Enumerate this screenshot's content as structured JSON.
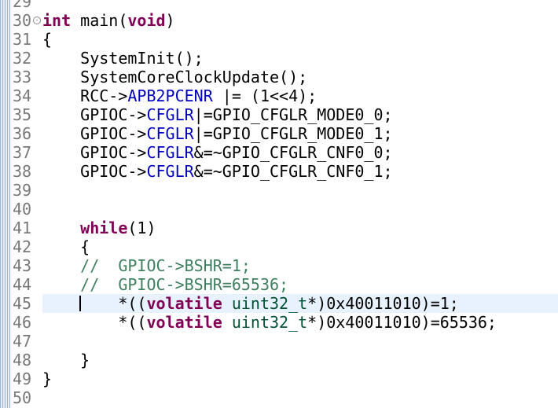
{
  "editor": {
    "fold_marker": "-",
    "lines": [
      {
        "num": "29",
        "segs": []
      },
      {
        "num": "30",
        "fold": true,
        "segs": [
          {
            "cls": "kw",
            "t": "int"
          },
          {
            "cls": "",
            "t": " main("
          },
          {
            "cls": "kw",
            "t": "void"
          },
          {
            "cls": "",
            "t": ")"
          }
        ]
      },
      {
        "num": "31",
        "segs": [
          {
            "cls": "",
            "t": "{"
          }
        ]
      },
      {
        "num": "32",
        "segs": [
          {
            "cls": "",
            "t": "    SystemInit();"
          }
        ]
      },
      {
        "num": "33",
        "segs": [
          {
            "cls": "",
            "t": "    SystemCoreClockUpdate();"
          }
        ]
      },
      {
        "num": "34",
        "segs": [
          {
            "cls": "",
            "t": "    RCC->"
          },
          {
            "cls": "fld",
            "t": "APB2PCENR"
          },
          {
            "cls": "",
            "t": " |= (1<<4);"
          }
        ]
      },
      {
        "num": "35",
        "segs": [
          {
            "cls": "",
            "t": "    GPIOC->"
          },
          {
            "cls": "fld",
            "t": "CFGLR"
          },
          {
            "cls": "",
            "t": "|=GPIO_CFGLR_MODE0_0;"
          }
        ]
      },
      {
        "num": "36",
        "segs": [
          {
            "cls": "",
            "t": "    GPIOC->"
          },
          {
            "cls": "fld",
            "t": "CFGLR"
          },
          {
            "cls": "",
            "t": "|=GPIO_CFGLR_MODE0_1;"
          }
        ]
      },
      {
        "num": "37",
        "segs": [
          {
            "cls": "",
            "t": "    GPIOC->"
          },
          {
            "cls": "fld",
            "t": "CFGLR"
          },
          {
            "cls": "",
            "t": "&=~GPIO_CFGLR_CNF0_0;"
          }
        ]
      },
      {
        "num": "38",
        "segs": [
          {
            "cls": "",
            "t": "    GPIOC->"
          },
          {
            "cls": "fld",
            "t": "CFGLR"
          },
          {
            "cls": "",
            "t": "&=~GPIO_CFGLR_CNF0_1;"
          }
        ]
      },
      {
        "num": "39",
        "segs": []
      },
      {
        "num": "40",
        "segs": []
      },
      {
        "num": "41",
        "segs": [
          {
            "cls": "",
            "t": "    "
          },
          {
            "cls": "kw",
            "t": "while"
          },
          {
            "cls": "",
            "t": "(1)"
          }
        ]
      },
      {
        "num": "42",
        "segs": [
          {
            "cls": "",
            "t": "    {"
          }
        ]
      },
      {
        "num": "43",
        "segs": [
          {
            "cls": "cmt",
            "t": "    //  GPIOC->BSHR=1;"
          }
        ]
      },
      {
        "num": "44",
        "segs": [
          {
            "cls": "cmt",
            "t": "    //  GPIOC->BSHR=65536;"
          }
        ]
      },
      {
        "num": "45",
        "current": true,
        "caret": true,
        "segs": [
          {
            "cls": "",
            "t": "        *(("
          },
          {
            "cls": "kw",
            "t": "volatile"
          },
          {
            "cls": "",
            "t": " "
          },
          {
            "cls": "ty",
            "t": "uint32_t"
          },
          {
            "cls": "",
            "t": "*)0x40011010)=1;"
          }
        ]
      },
      {
        "num": "46",
        "segs": [
          {
            "cls": "",
            "t": "        *(("
          },
          {
            "cls": "kw",
            "t": "volatile"
          },
          {
            "cls": "",
            "t": " "
          },
          {
            "cls": "ty",
            "t": "uint32_t"
          },
          {
            "cls": "",
            "t": "*)0x40011010)=65536;"
          }
        ]
      },
      {
        "num": "47",
        "segs": []
      },
      {
        "num": "48",
        "segs": [
          {
            "cls": "",
            "t": "    }"
          }
        ]
      },
      {
        "num": "49",
        "segs": [
          {
            "cls": "",
            "t": "}"
          }
        ]
      },
      {
        "num": "50",
        "segs": []
      }
    ]
  }
}
